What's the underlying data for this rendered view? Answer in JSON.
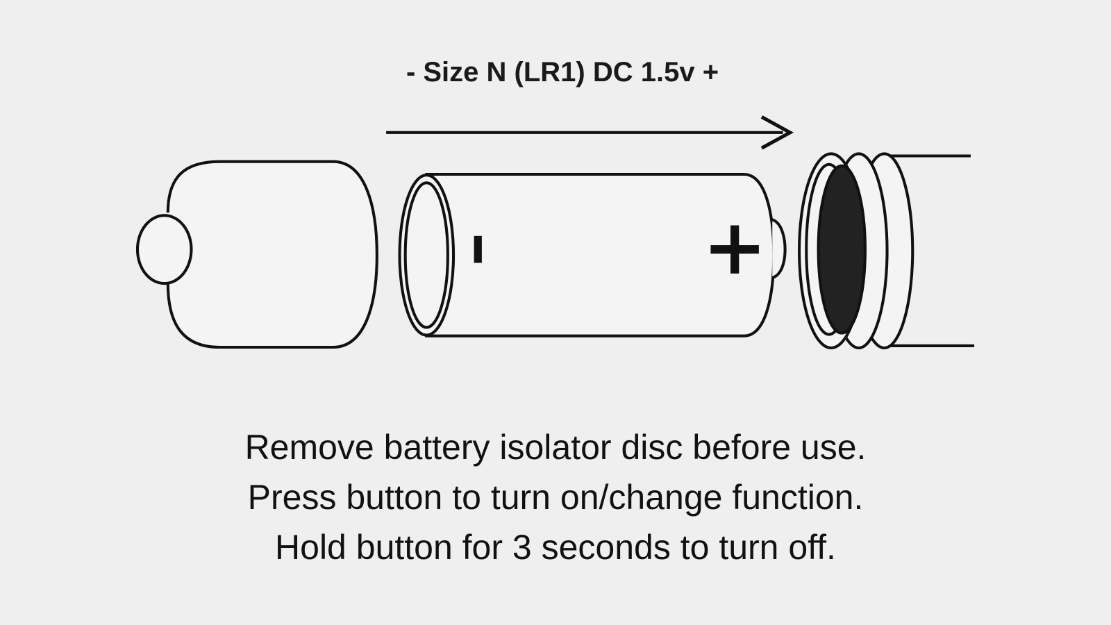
{
  "battery_label": "- Size N (LR1) DC 1.5v +",
  "battery_symbols": {
    "negative": "-",
    "positive": "+"
  },
  "instructions": [
    "Remove battery isolator disc before use.",
    "Press button to turn on/change function.",
    "Hold button for 3 seconds to turn off."
  ]
}
